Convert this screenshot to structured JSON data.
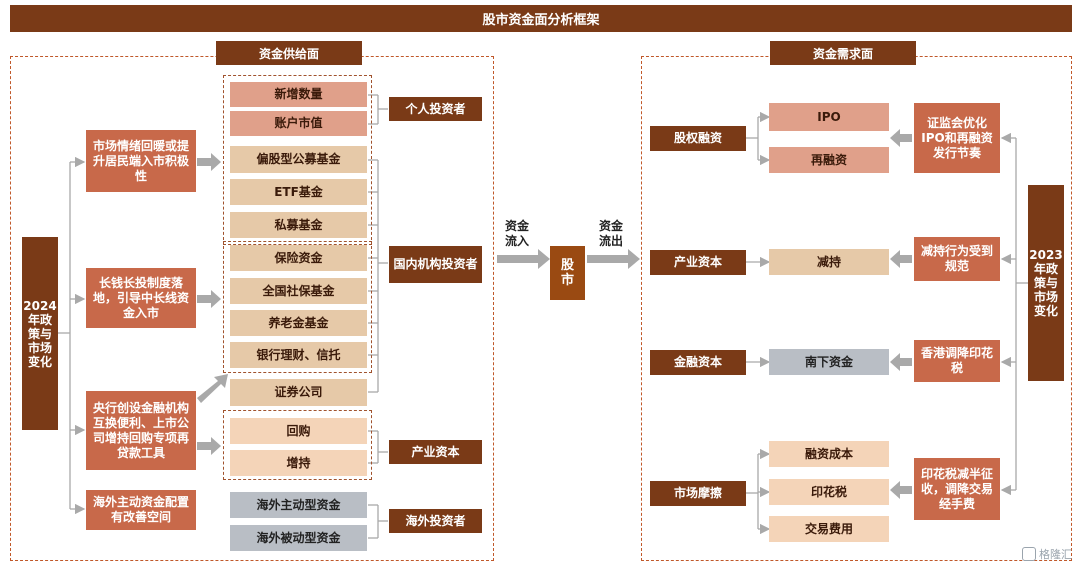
{
  "title": "股市资金面分析框架",
  "supply": {
    "header": "资金供给面",
    "policy_left": "2024年政策与市场变化",
    "causes": [
      "市场情绪回暖或提升居民端入市积极性",
      "长钱长投制度落地，引导中长线资金入市",
      "央行创设金融机构互换便利、上市公司增持回购专项再贷款工具",
      "海外主动资金配置有改善空间"
    ],
    "items": {
      "new_accounts": "新增数量",
      "account_value": "账户市值",
      "equity_funds": "偏股型公募基金",
      "etf": "ETF基金",
      "private_funds": "私募基金",
      "insurance": "保险资金",
      "social_security": "全国社保基金",
      "pension": "养老金基金",
      "wealth_trust": "银行理财、信托",
      "securities": "证券公司",
      "buyback": "回购",
      "increase": "增持",
      "foreign_active": "海外主动型资金",
      "foreign_passive": "海外被动型资金"
    },
    "investors": {
      "individual": "个人投资者",
      "domestic": "国内机构投资者",
      "industrial": "产业资本",
      "foreign": "海外投资者"
    }
  },
  "center": {
    "hub": "股市",
    "inflow": "资金流入",
    "outflow": "资金流出"
  },
  "demand": {
    "header": "资金需求面",
    "policy_right": "2023年政策与市场变化",
    "categories": {
      "equity_financing": "股权融资",
      "industrial_capital": "产业资本",
      "financial_capital": "金融资本",
      "market_friction": "市场摩擦"
    },
    "items": {
      "ipo": "IPO",
      "refinancing": "再融资",
      "reduction": "减持",
      "southbound": "南下资金",
      "financing_cost": "融资成本",
      "stamp_duty": "印花税",
      "trading_fees": "交易费用"
    },
    "policies": {
      "csrc": "证监会优化IPO和再融资发行节奏",
      "reduction_rule": "减持行为受到规范",
      "hk_stamp": "香港调降印花税",
      "stamp_halve": "印花税减半征收，调降交易经手费"
    }
  },
  "watermark": "格隆汇"
}
